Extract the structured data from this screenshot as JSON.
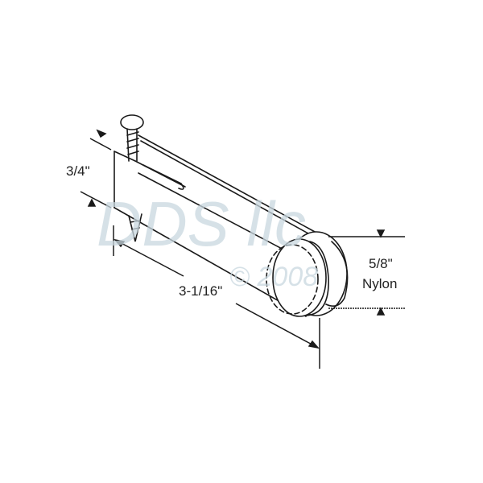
{
  "dimensions": {
    "height": "3/4\"",
    "length": "3-1/16\"",
    "wheel_diameter": "5/8\"",
    "wheel_material": "Nylon"
  },
  "watermark": {
    "brand": "DDS llc",
    "copyright": "© 2008"
  },
  "colors": {
    "line": "#1a1a1a",
    "watermark": "#c9d8e0"
  }
}
